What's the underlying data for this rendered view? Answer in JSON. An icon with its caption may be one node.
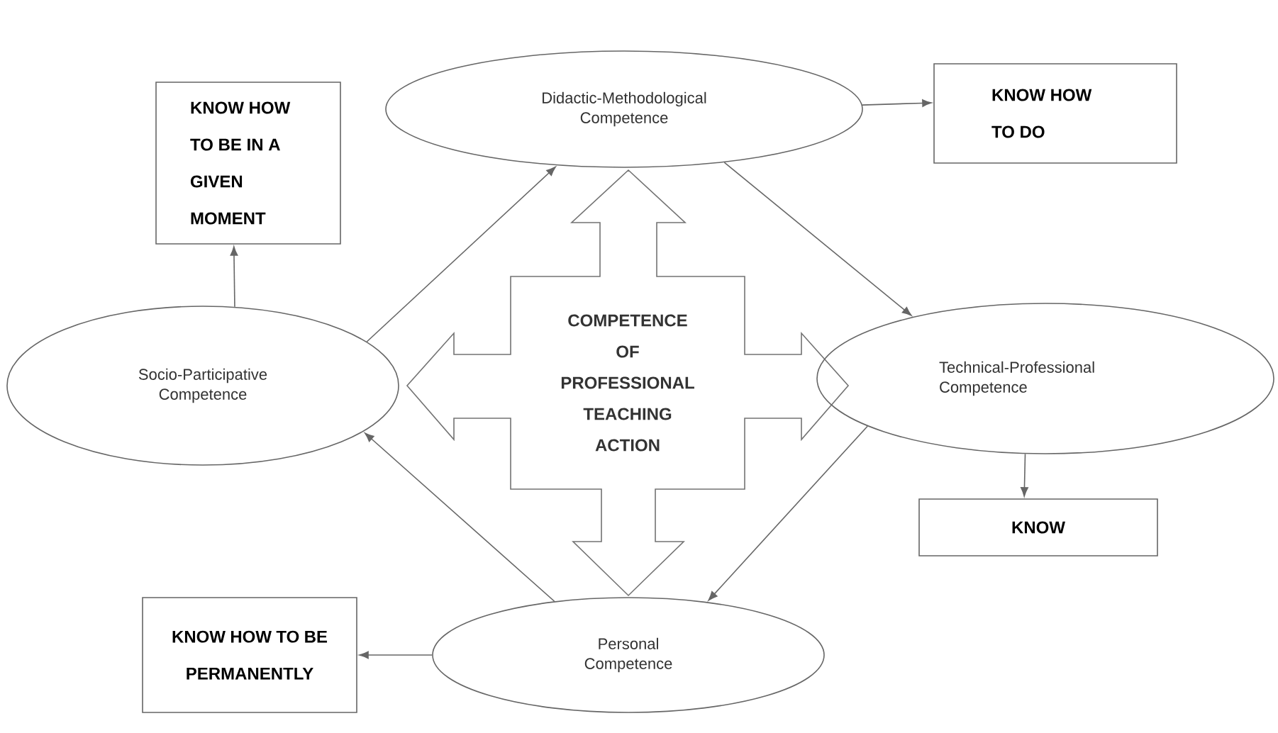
{
  "diagram": {
    "nodes": [
      {
        "text": [
          "Didactic-Methodological Competence"
        ]
      },
      {
        "text": [
          "KNOW HOW TO BE IN A GIVEN MOMENT"
        ]
      },
      {
        "text": [
          "KNOW HOW TO DO"
        ]
      },
      {
        "text": [
          "Socio-Participative Competence"
        ]
      },
      {
        "text": [
          "COMPETENCE OF PROFESSIONAL TEACHING ACTION"
        ]
      },
      {
        "text": [
          "Technical-Professional Competence"
        ]
      },
      {
        "text": [
          "KNOW"
        ]
      },
      {
        "text": [
          "Personal Competence"
        ]
      },
      {
        "text": [
          "KNOW HOW TO BE PERMANENTLY"
        ]
      }
    ],
    "edges": [
      {
        "from": 3,
        "to": 0,
        "arrow": "to"
      },
      {
        "from": 0,
        "to": 5,
        "arrow": "to"
      },
      {
        "from": 5,
        "to": 7,
        "arrow": "to"
      },
      {
        "from": 7,
        "to": 3,
        "arrow": "to"
      },
      {
        "from": 3,
        "to": 1,
        "arrow": "to"
      },
      {
        "from": 0,
        "to": 2,
        "arrow": "to"
      },
      {
        "from": 5,
        "to": 6,
        "arrow": "to"
      },
      {
        "from": 7,
        "to": 8,
        "arrow": "to"
      }
    ]
  }
}
